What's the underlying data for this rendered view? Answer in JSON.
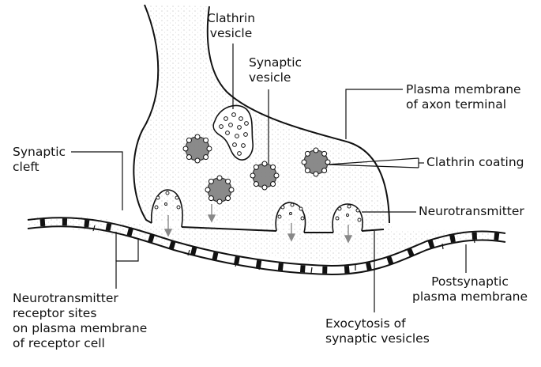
{
  "labels": {
    "clathrin_vesicle": [
      "Clathrin",
      "vesicle"
    ],
    "synaptic_vesicle": [
      "Synaptic",
      "vesicle"
    ],
    "plasma_membrane_axon": [
      "Plasma membrane",
      "of axon terminal"
    ],
    "synaptic_cleft": [
      "Synaptic",
      "cleft"
    ],
    "clathrin_coating": "Clathrin coating",
    "neurotransmitter": "Neurotransmitter",
    "receptor_sites": [
      "Neurotransmitter",
      "receptor sites",
      "on plasma membrane",
      "of receptor cell"
    ],
    "postsynaptic": [
      "Postsynaptic",
      "plasma membrane"
    ],
    "exocytosis": [
      "Exocytosis of",
      "synaptic vesicles"
    ]
  },
  "colors": {
    "ink": "#111111",
    "vesicle_fill": "#8a8a8a",
    "cleft_dots": "#9a9a9a",
    "arrow": "#888888"
  }
}
